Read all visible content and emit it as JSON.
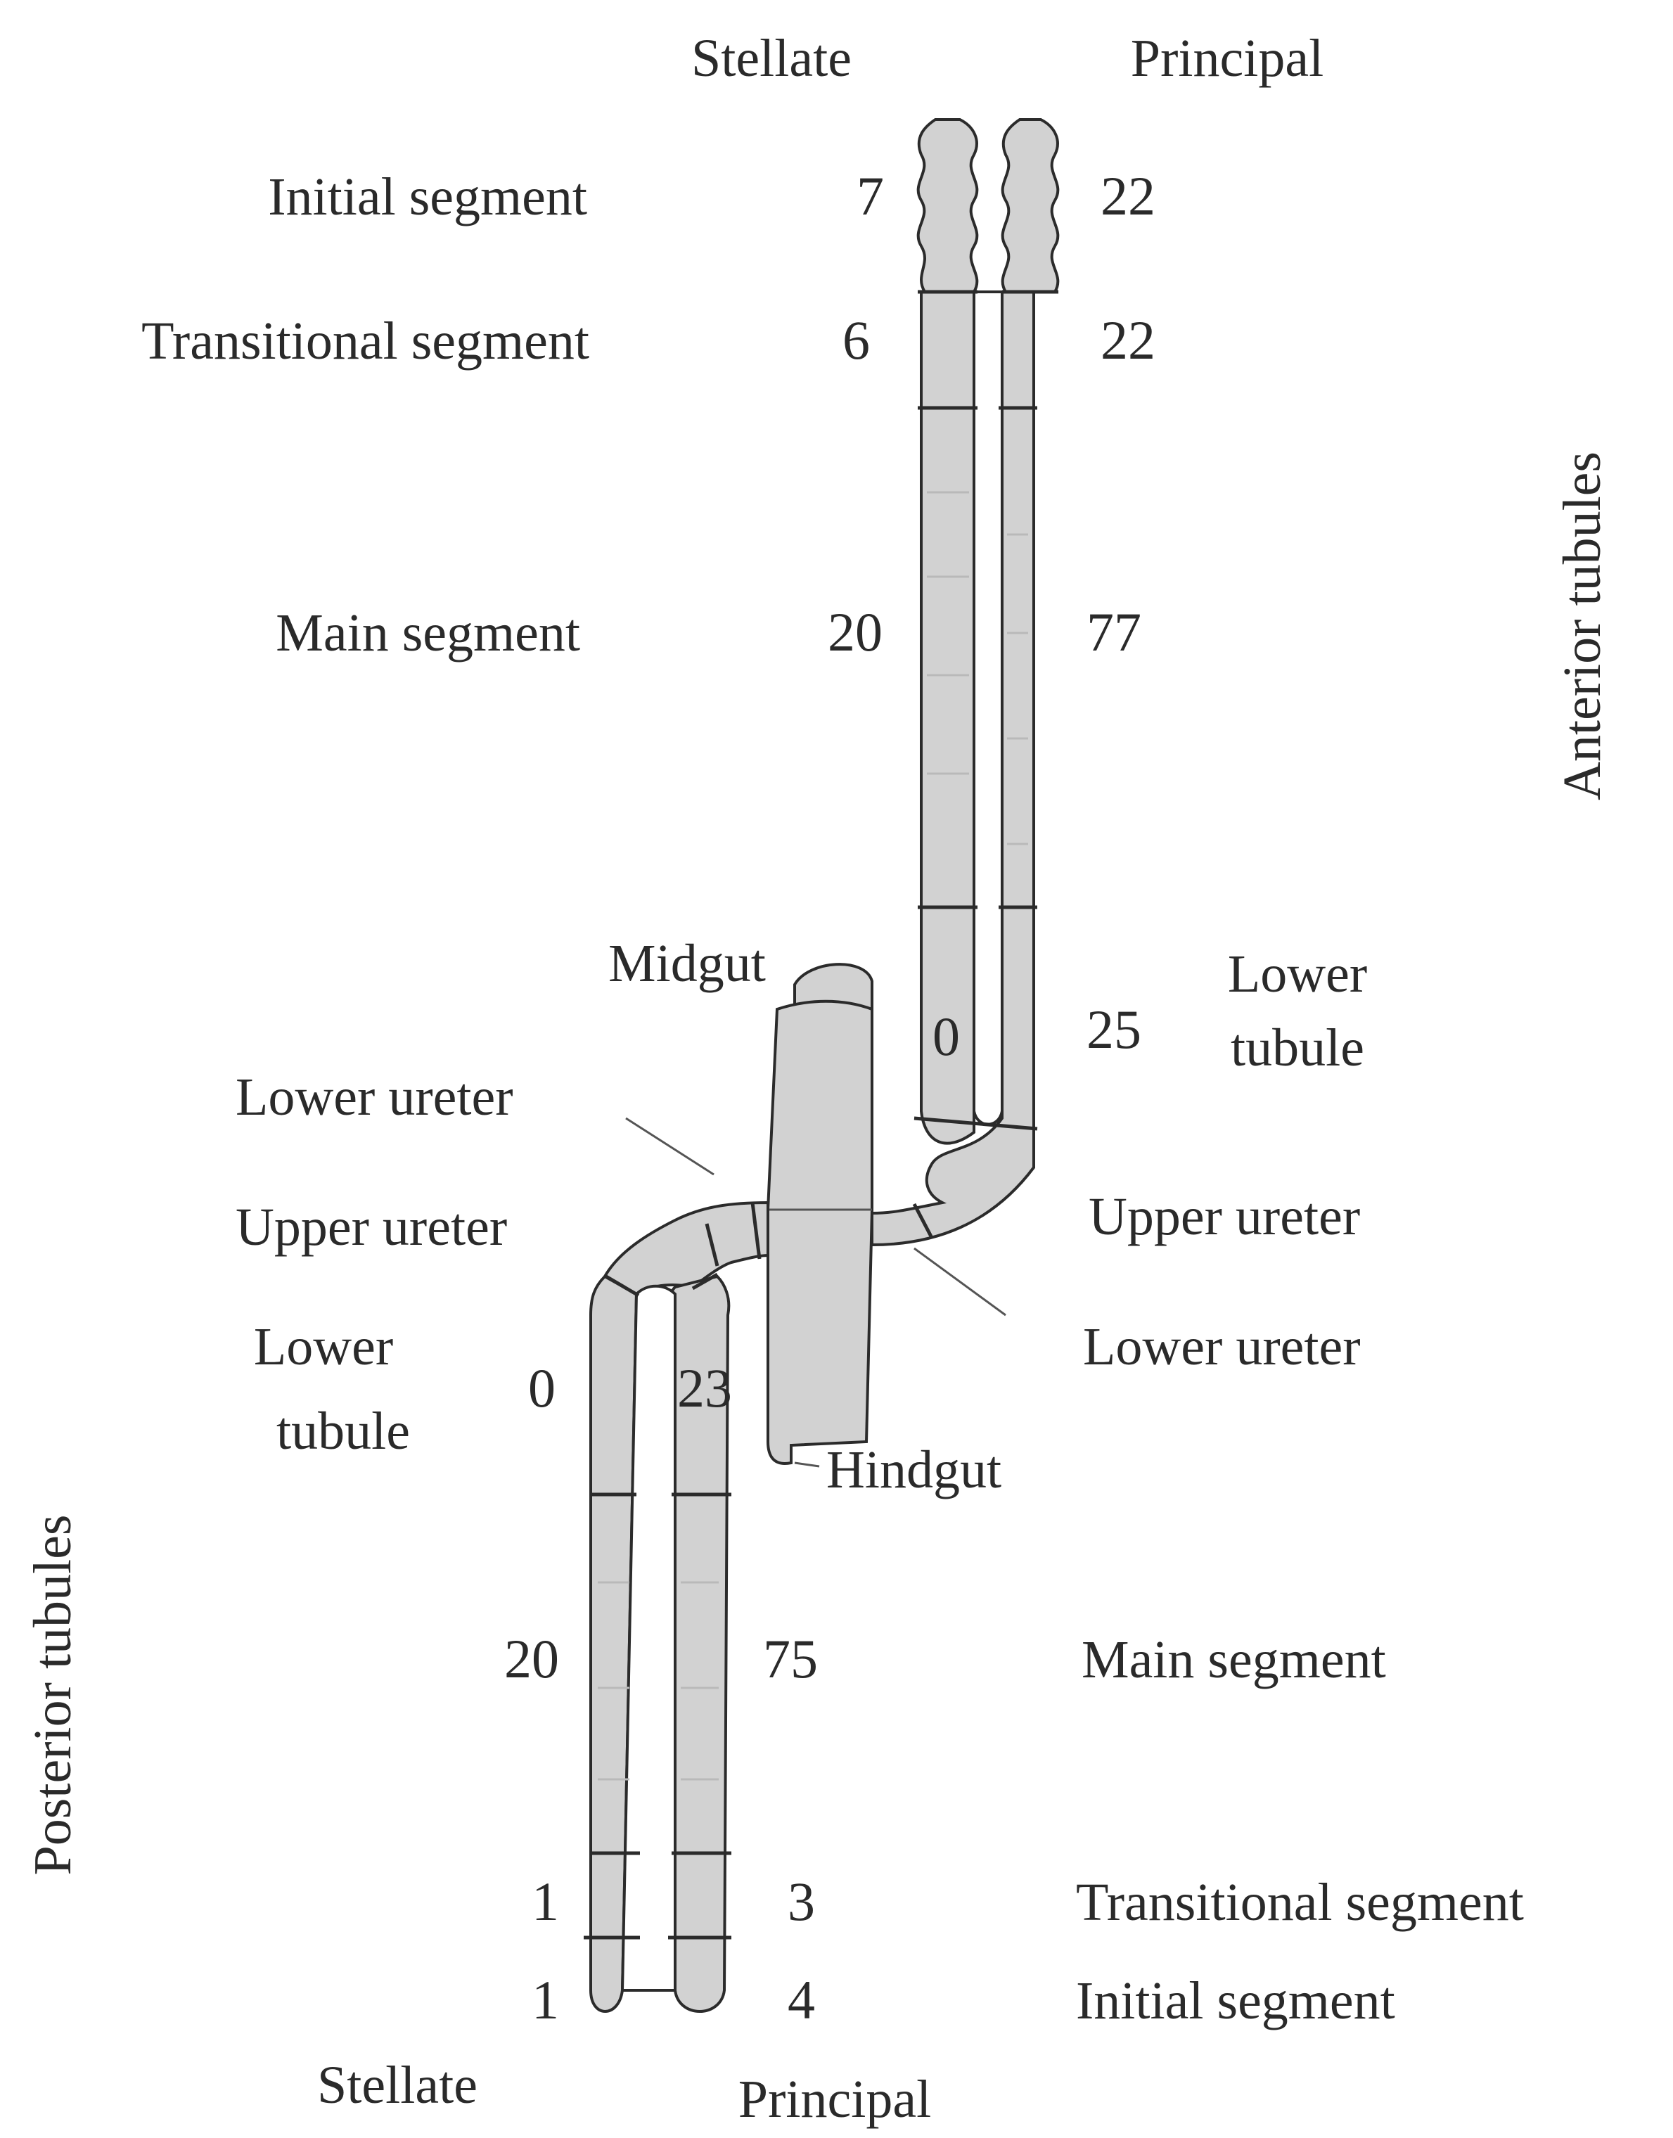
{
  "header": {
    "top_left_column": "Stellate",
    "top_right_column": "Principal",
    "bottom_left_column": "Stellate",
    "bottom_right_column": "Principal"
  },
  "side_labels": {
    "anterior": "Anterior tubules",
    "posterior": "Posterior tubules"
  },
  "anterior": {
    "initial_segment": {
      "label": "Initial segment",
      "stellate": "7",
      "principal": "22"
    },
    "transitional_segment": {
      "label": "Transitional segment",
      "stellate": "6",
      "principal": "22"
    },
    "main_segment": {
      "label": "Main segment",
      "stellate": "20",
      "principal": "77"
    },
    "lower_tubule": {
      "label_line1": "Lower",
      "label_line2": "tubule",
      "stellate": "0",
      "principal": "25"
    },
    "upper_ureter": "Upper ureter",
    "lower_ureter": "Lower ureter"
  },
  "gut": {
    "midgut": "Midgut",
    "hindgut": "Hindgut"
  },
  "posterior": {
    "lower_ureter": "Lower ureter",
    "upper_ureter": "Upper ureter",
    "lower_tubule": {
      "label_line1": "Lower",
      "label_line2": "tubule",
      "stellate": "0",
      "principal": "23"
    },
    "main_segment": {
      "label": "Main segment",
      "stellate": "20",
      "principal": "75"
    },
    "transitional_segment": {
      "label": "Transitional segment",
      "stellate": "1",
      "principal": "3"
    },
    "initial_segment": {
      "label": "Initial segment",
      "stellate": "1",
      "principal": "4"
    }
  }
}
